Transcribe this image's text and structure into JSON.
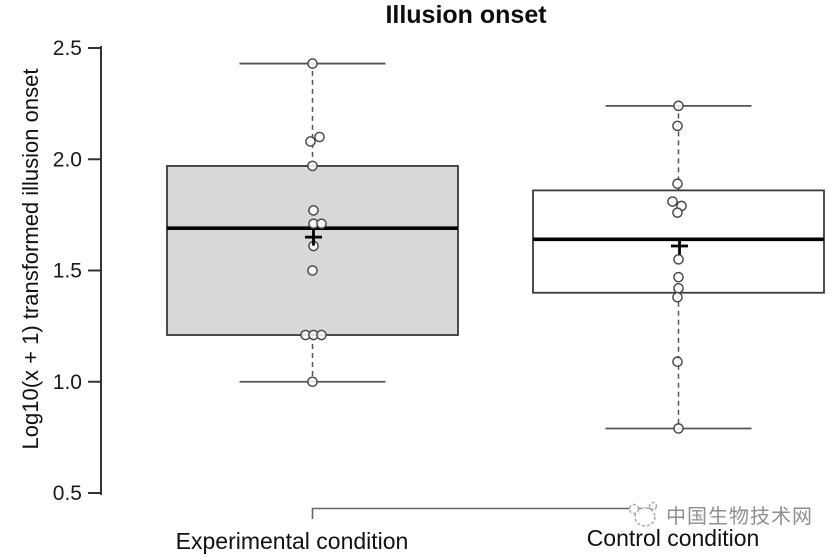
{
  "title": "Illusion onset",
  "chart_data": {
    "type": "boxplot",
    "title": "Illusion onset",
    "ylabel": "Log10(x + 1) transformed illusion onset",
    "xlabel": "",
    "ylim": [
      0.5,
      2.5
    ],
    "yticks": [
      2.5,
      2.0,
      1.5,
      1.0,
      0.5
    ],
    "grid": false,
    "legend": "none",
    "categories": [
      "Experimental condition",
      "Control condition"
    ],
    "series": [
      {
        "name": "Experimental condition",
        "fill": "#d8d8d8",
        "box": {
          "whisker_low": 1.0,
          "q1": 1.21,
          "median": 1.69,
          "q3": 1.97,
          "whisker_high": 2.43,
          "mean": 1.65
        },
        "points": [
          2.43,
          2.1,
          2.08,
          1.97,
          1.77,
          1.71,
          1.71,
          1.61,
          1.5,
          1.21,
          1.21,
          1.21,
          1.0
        ],
        "point_dx": [
          0,
          7,
          -2,
          0,
          1,
          1,
          9,
          1,
          0,
          -7,
          1,
          9,
          0
        ]
      },
      {
        "name": "Control condition",
        "fill": "#ffffff",
        "box": {
          "whisker_low": 0.79,
          "q1": 1.4,
          "median": 1.64,
          "q3": 1.86,
          "whisker_high": 2.24,
          "mean": 1.61
        },
        "points": [
          2.24,
          2.15,
          1.89,
          1.81,
          1.79,
          1.76,
          1.55,
          1.47,
          1.42,
          1.38,
          1.09,
          0.79
        ],
        "point_dx": [
          0,
          -1,
          -1,
          -6,
          3,
          -1,
          0,
          0,
          0,
          -1,
          -1,
          0
        ]
      }
    ],
    "significance_bracket": {
      "shown": true
    },
    "colors": {
      "box_border": "#3a3a3a",
      "median": "#000000",
      "whisker": "#555555",
      "point_stroke": "#444444",
      "mean_cross": "#000000",
      "axis": "#333333",
      "tick_label": "#1a1a1a"
    }
  },
  "watermark": {
    "text": "中国生物技术网",
    "logo": "paw-cloud-logo",
    "color": "#8f8f8f"
  }
}
